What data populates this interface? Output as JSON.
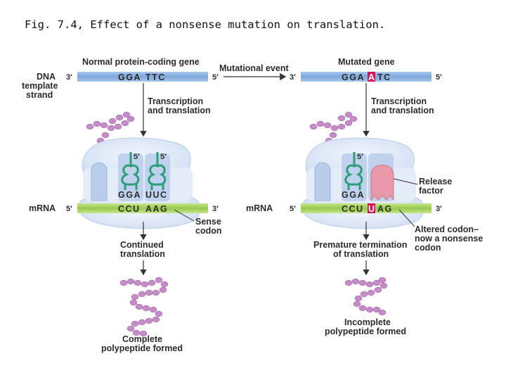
{
  "caption": "Fig. 7.4, Effect of a nonsense mutation on translation.",
  "labels": {
    "dna_line1": "DNA",
    "dna_line2": "template",
    "dna_line3": "strand",
    "mrna_left": "mRNA",
    "mrna_right": "mRNA",
    "normal_gene": "Normal protein-coding gene",
    "mutated_gene": "Mutated gene",
    "mutational_event": "Mutational event",
    "transcription_left_1": "Transcription",
    "transcription_left_2": "and translation",
    "transcription_right_1": "Transcription",
    "transcription_right_2": "and translation",
    "release_factor_1": "Release",
    "release_factor_2": "factor",
    "sense_codon_1": "Sense",
    "sense_codon_2": "codon",
    "altered_codon_1": "Altered codon–",
    "altered_codon_2": "now a nonsense",
    "altered_codon_3": "codon",
    "continued_1": "Continued",
    "continued_2": "translation",
    "premature_1": "Premature termination",
    "premature_2": "of translation",
    "complete_1": "Complete",
    "complete_2": "polypeptide formed",
    "incomplete_1": "Incomplete",
    "incomplete_2": "polypeptide formed"
  },
  "sequences": {
    "normal_dna_a": "GGA",
    "normal_dna_b": "TTC",
    "mutated_dna_a": "GGA",
    "mutated_dna_mut": "A",
    "mutated_dna_b": "TC",
    "left_anticodon_a": "GGA",
    "left_anticodon_b": "UUC",
    "right_anticodon_a": "GGA",
    "left_mrna_a": "CCU",
    "left_mrna_b": "AAG",
    "right_mrna_a": "CCU",
    "right_mrna_mut": "U",
    "right_mrna_b": "AG"
  },
  "primes": {
    "three": "3′",
    "five": "5′"
  },
  "colors": {
    "dna_strand": "#8fb6e3",
    "mrna_strand": "#a8d461",
    "ribosome": "#dde8f7",
    "ribosome_edge": "#b9cde8",
    "trna": "#2e9e7a",
    "release_factor": "#e89aa8",
    "polypeptide": "#c58cc9",
    "mutation_highlight": "#d4145a"
  }
}
